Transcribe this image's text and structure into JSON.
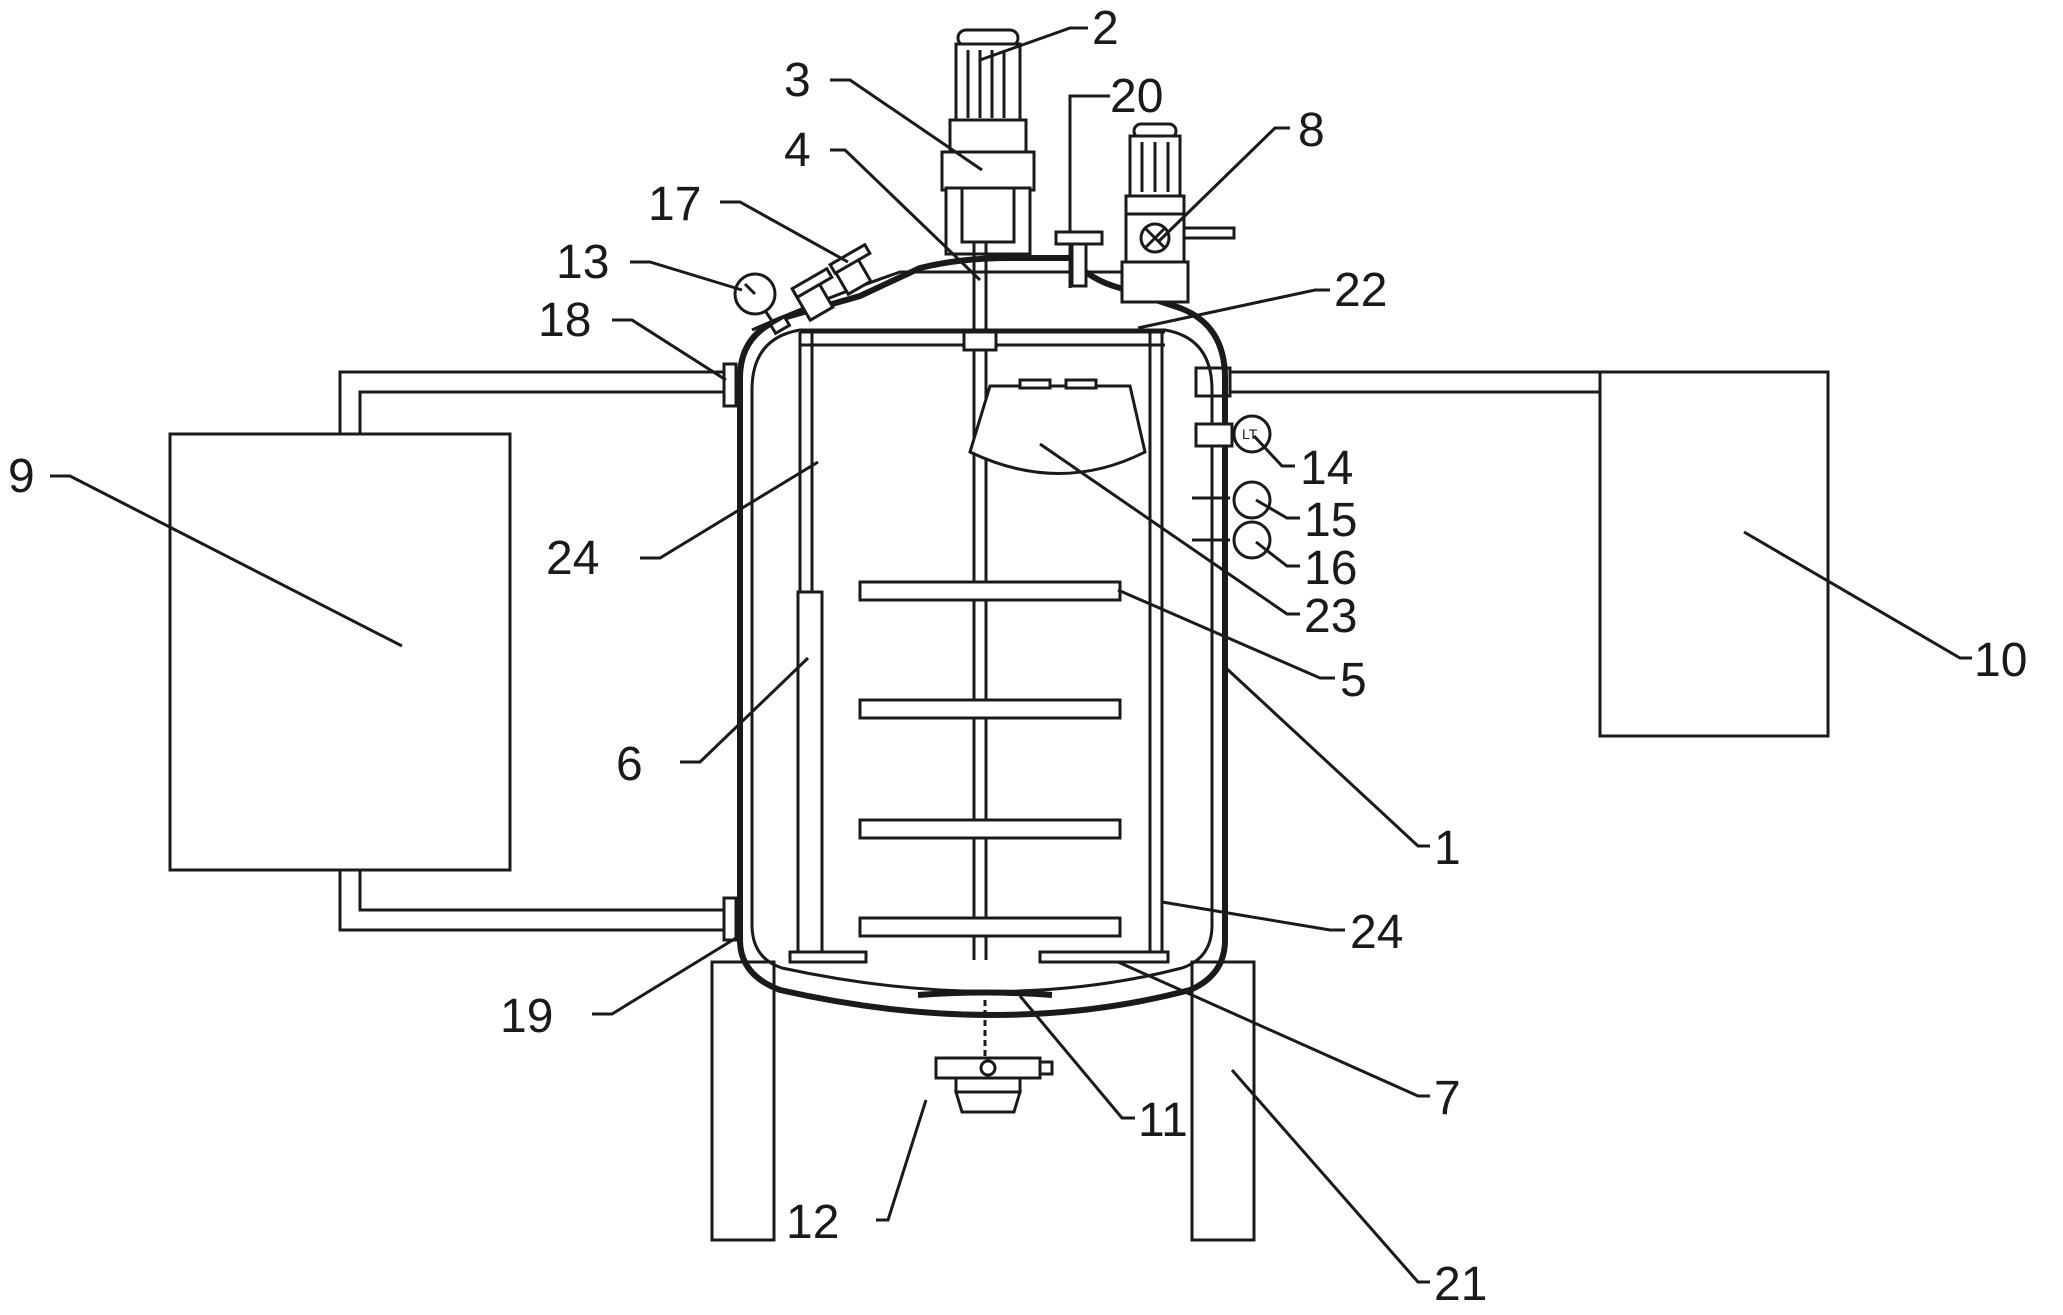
{
  "diagram": {
    "labels": [
      {
        "id": "l1",
        "text": "1"
      },
      {
        "id": "l2",
        "text": "2"
      },
      {
        "id": "l3",
        "text": "3"
      },
      {
        "id": "l4",
        "text": "4"
      },
      {
        "id": "l5",
        "text": "5"
      },
      {
        "id": "l6",
        "text": "6"
      },
      {
        "id": "l7",
        "text": "7"
      },
      {
        "id": "l8",
        "text": "8"
      },
      {
        "id": "l9",
        "text": "9"
      },
      {
        "id": "l10",
        "text": "10"
      },
      {
        "id": "l11",
        "text": "11"
      },
      {
        "id": "l12",
        "text": "12"
      },
      {
        "id": "l13",
        "text": "13"
      },
      {
        "id": "l14",
        "text": "14"
      },
      {
        "id": "l15",
        "text": "15"
      },
      {
        "id": "l16",
        "text": "16"
      },
      {
        "id": "l17",
        "text": "17"
      },
      {
        "id": "l18",
        "text": "18"
      },
      {
        "id": "l19",
        "text": "19"
      },
      {
        "id": "l20",
        "text": "20"
      },
      {
        "id": "l21",
        "text": "21"
      },
      {
        "id": "l22",
        "text": "22"
      },
      {
        "id": "l23",
        "text": "23"
      },
      {
        "id": "l24a",
        "text": "24"
      },
      {
        "id": "l24b",
        "text": "24"
      }
    ],
    "level_transmitter_text": "LT",
    "line_color": "#1a1a1a",
    "background": "#ffffff"
  }
}
